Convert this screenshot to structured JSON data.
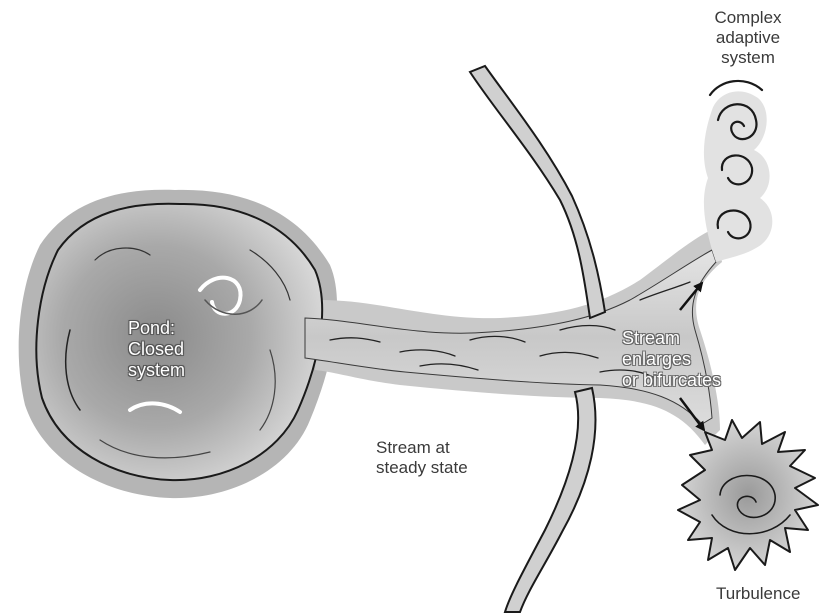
{
  "labels": {
    "pond": [
      "Pond:",
      "Closed",
      "system"
    ],
    "stream_steady": [
      "Stream at",
      "steady state"
    ],
    "stream_enlarges": [
      "Stream",
      "enlarges",
      "or bifurcates"
    ],
    "complex": [
      "Complex",
      "adaptive",
      "system"
    ],
    "turbulence": "Turbulence"
  },
  "colors": {
    "outer_halo": "#b3b3b3",
    "water": "#d6d6d6",
    "water_dark": "#8e8e8e",
    "outline": "#1a1a1a",
    "arrow": "#111111"
  }
}
